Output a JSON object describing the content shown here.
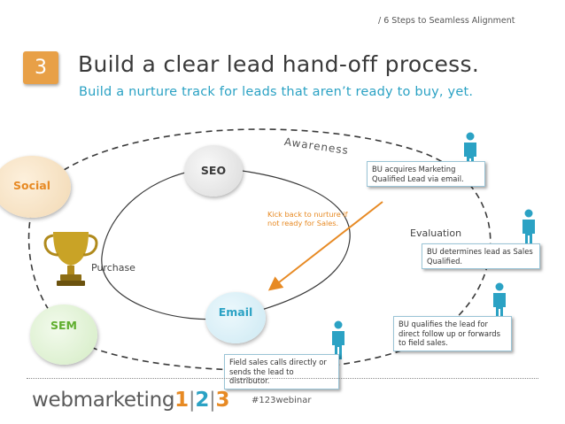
{
  "header": {
    "breadcrumb": "/ 6 Steps to Seamless Alignment",
    "step_number": "3",
    "title": "Build a clear lead hand-off process.",
    "subtitle": "Build a nurture track for leads that aren’t ready to buy, yet."
  },
  "diagram": {
    "channels": {
      "social": "Social",
      "seo": "SEO",
      "email": "Email",
      "sem": "SEM"
    },
    "stages": {
      "awareness": "Awareness",
      "evaluation": "Evaluation",
      "purchase": "Purchase"
    },
    "kickback_label": "Kick back to nurture if not ready for Sales.",
    "notes": {
      "marketing_qualified": "BU acquires Marketing Qualified Lead via email.",
      "sales_qualified": "BU determines lead as Sales Qualified.",
      "follow_up": "BU qualifies the lead for direct follow up or forwards to field sales.",
      "field_sales": "Field sales calls directly or sends the lead to distributor."
    },
    "icons": [
      "person-icon",
      "trophy-icon",
      "arrow-icon"
    ]
  },
  "footer": {
    "logo_text": "webmarketing",
    "logo_n1": "1",
    "logo_sep": "|",
    "logo_n2": "2",
    "logo_n3": "3",
    "hashtag": "#123webinar"
  },
  "colors": {
    "orange": "#e78a24",
    "blue": "#2ba2c4",
    "green": "#5fae2e",
    "person": "#2ba2c4"
  }
}
